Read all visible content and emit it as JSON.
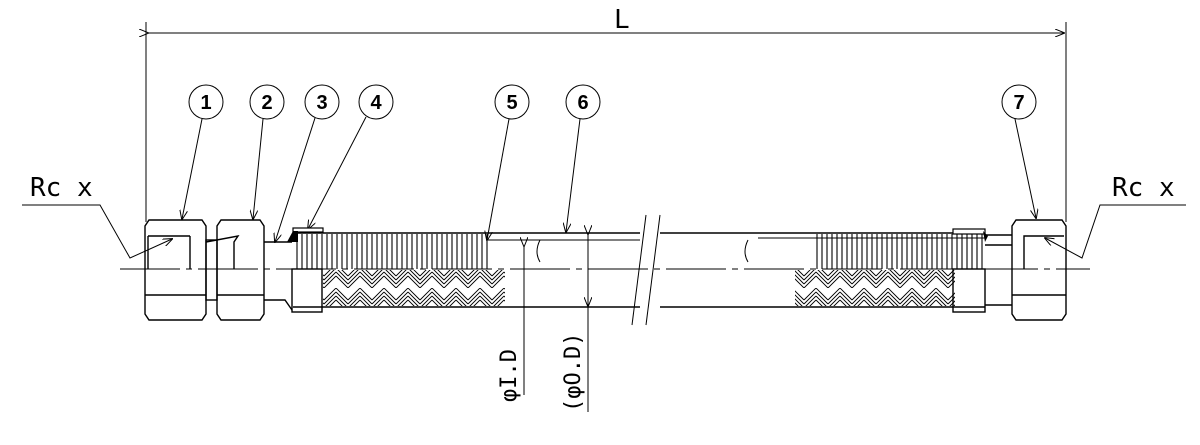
{
  "drawing": {
    "length_label": "L",
    "thread_left": "Rc x",
    "thread_right": "Rc x",
    "inner_diameter_label": "φI.D",
    "outer_diameter_label": "(φO.D)",
    "part_numbers": [
      "1",
      "2",
      "3",
      "4",
      "5",
      "6",
      "7"
    ]
  },
  "colors": {
    "line": "#000000",
    "background": "#ffffff"
  }
}
